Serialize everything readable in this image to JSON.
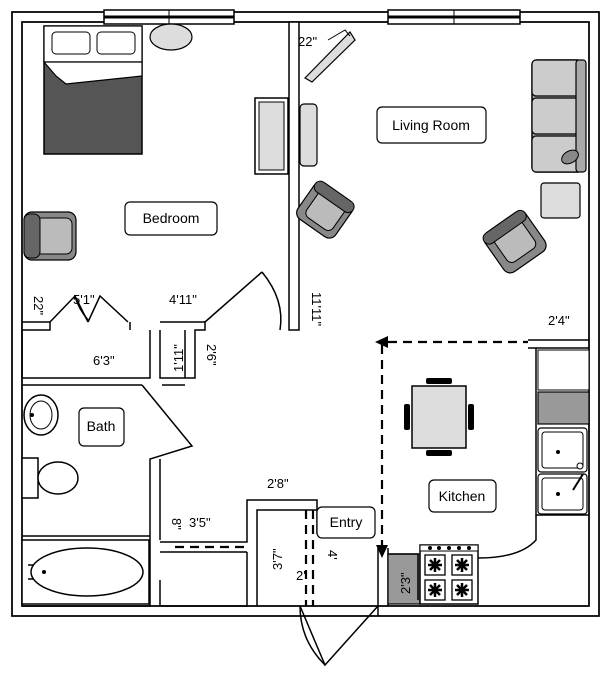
{
  "rooms": {
    "bedroom": "Bedroom",
    "living_room": "Living Room",
    "bath": "Bath",
    "kitchen": "Kitchen",
    "entry": "Entry"
  },
  "dimensions": {
    "d_22_top": "22\"",
    "d_22_left": "22\"",
    "d_5_1": "5'1\"",
    "d_4_11": "4'11\"",
    "d_11_11": "11'11\"",
    "d_2_4": "2'4\"",
    "d_6_3": "6'3\"",
    "d_1_11": "1'11\"",
    "d_2_6": "2'6\"",
    "d_2_8": "2'8\"",
    "d_3_5": "3'5\"",
    "d_8": "8\"",
    "d_3_7": "3'7\"",
    "d_4": "4'",
    "d_2": "2'",
    "d_2_3": "2'3\""
  }
}
